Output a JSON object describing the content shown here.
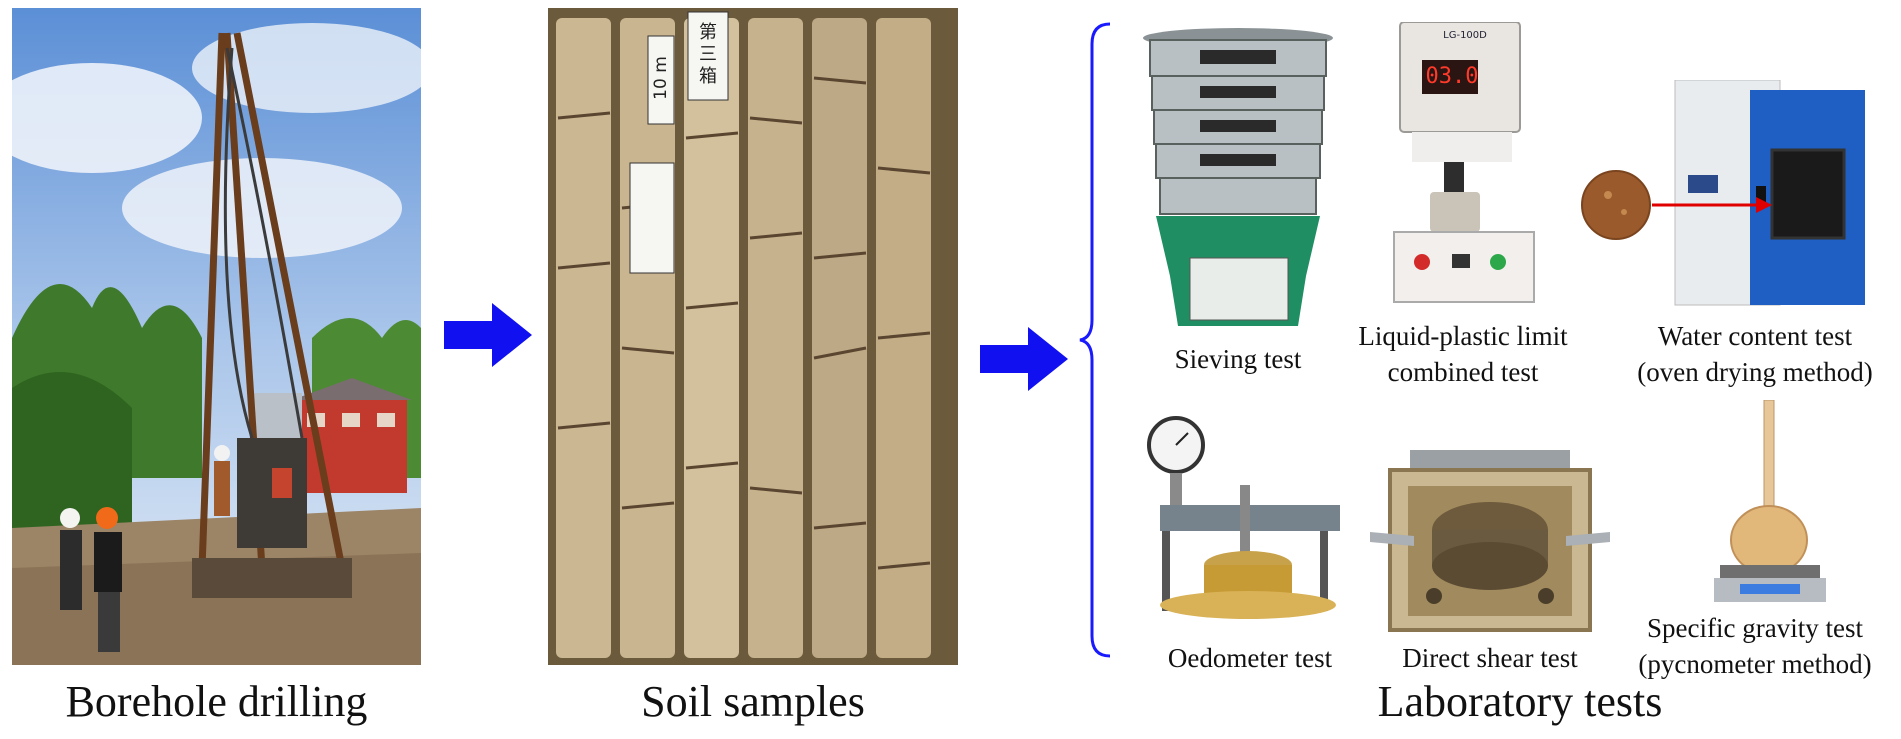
{
  "sections": {
    "borehole": {
      "caption": "Borehole drilling"
    },
    "soil": {
      "caption": "Soil samples",
      "label_depth": "10 m",
      "label_box": "第三箱"
    },
    "lab": {
      "caption": "Laboratory tests"
    }
  },
  "tests": {
    "sieving": {
      "line1": "Sieving test"
    },
    "liquid_plastic": {
      "line1": "Liquid-plastic limit",
      "line2": "combined test",
      "display": "03.0",
      "model": "LG-100D"
    },
    "water_content": {
      "line1": "Water content test",
      "line2": "(oven drying method)"
    },
    "oedometer": {
      "line1": "Oedometer test"
    },
    "direct_shear": {
      "line1": "Direct shear test"
    },
    "specific_gravity": {
      "line1": "Specific gravity test",
      "line2": "(pycnometer method)"
    }
  },
  "colors": {
    "arrow": "#1010f0",
    "bracket": "#1a1aff",
    "red_arrow": "#e00000"
  },
  "icons": [
    "flow-arrow-icon",
    "bracket-icon"
  ]
}
